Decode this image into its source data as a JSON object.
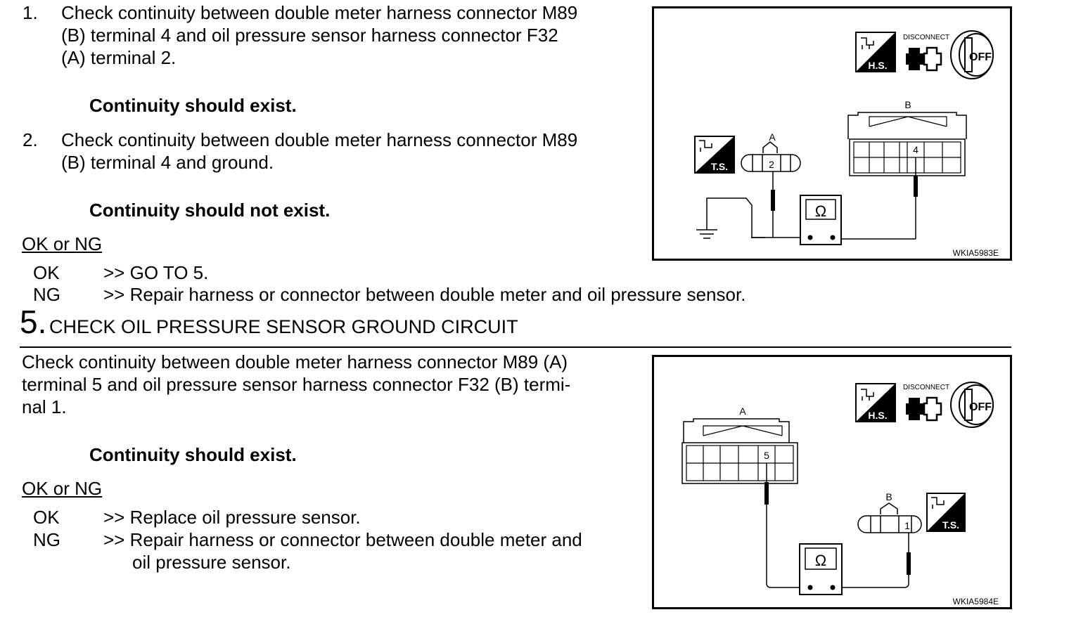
{
  "section4": {
    "step1": {
      "num": "1.",
      "lines": [
        "Check continuity between double meter harness connector M89",
        "(B) terminal 4 and oil pressure sensor harness connector F32",
        "(A) terminal 2."
      ],
      "result": "Continuity should exist."
    },
    "step2": {
      "num": "2.",
      "lines": [
        "Check continuity between double meter harness connector M89",
        "(B) terminal 4 and ground."
      ],
      "result": "Continuity should not exist."
    },
    "ok_ng_heading": "OK or NG",
    "ok_label": "OK",
    "ok_text": ">> GO TO 5.",
    "ng_label": "NG",
    "ng_text": ">> Repair harness or connector between double meter and oil pressure sensor."
  },
  "section5": {
    "number": "5.",
    "title": "CHECK OIL PRESSURE SENSOR GROUND CIRCUIT",
    "lines": [
      "Check continuity between double meter harness connector M89 (A)",
      "terminal 5 and oil pressure sensor harness connector F32 (B) termi-",
      "nal 1."
    ],
    "result": "Continuity should exist.",
    "ok_ng_heading": "OK or NG",
    "ok_label": "OK",
    "ok_text": ">> Replace oil pressure sensor.",
    "ng_label": "NG",
    "ng_text_line1": ">> Repair harness or connector between double meter and",
    "ng_text_line2": "oil pressure sensor."
  },
  "figure1": {
    "disconnect_label": "DISCONNECT",
    "hs_label": "H.S.",
    "ts_label": "T.S.",
    "off_label": "OFF",
    "connector_a_label": "A",
    "connector_b_label": "B",
    "terminal_a": "2",
    "terminal_b": "4",
    "ohm_symbol": "Ω",
    "code": "WKIA5983E"
  },
  "figure2": {
    "disconnect_label": "DISCONNECT",
    "hs_label": "H.S.",
    "ts_label": "T.S.",
    "off_label": "OFF",
    "connector_a_label": "A",
    "connector_b_label": "B",
    "terminal_a": "5",
    "terminal_b": "1",
    "ohm_symbol": "Ω",
    "code": "WKIA5984E"
  }
}
